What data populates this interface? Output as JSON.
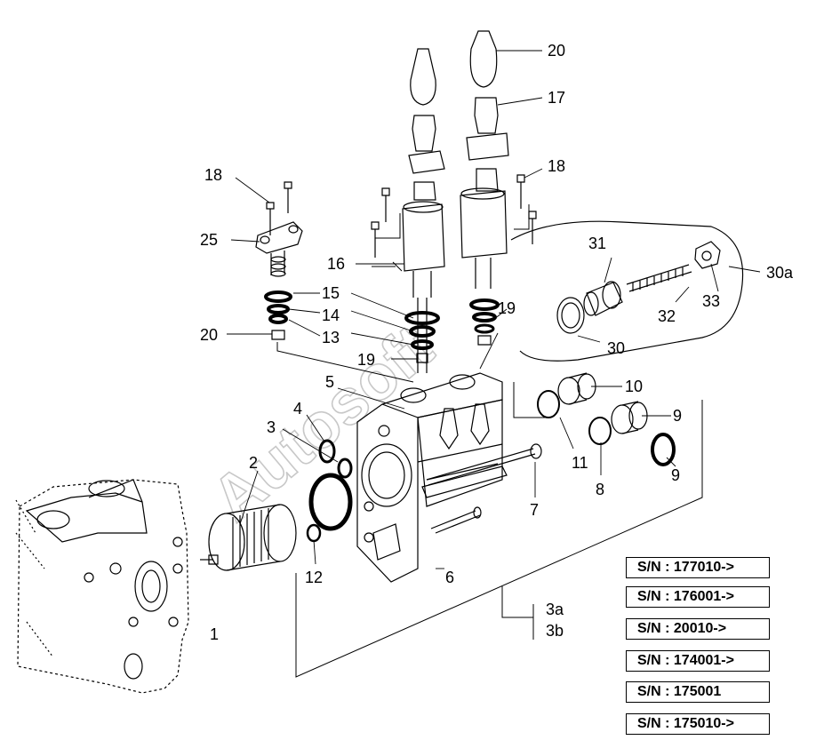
{
  "watermark": "Autosoft",
  "callouts": {
    "c1": "1",
    "c2": "2",
    "c3": "3",
    "c4": "4",
    "c5": "5",
    "c6": "6",
    "c7": "7",
    "c8": "8",
    "c9a": "9",
    "c9b": "9",
    "c10": "10",
    "c11": "11",
    "c12": "12",
    "c13": "13",
    "c14": "14",
    "c15": "15",
    "c16": "16",
    "c17": "17",
    "c18a": "18",
    "c18b": "18",
    "c19a": "19",
    "c19b": "19",
    "c20a": "20",
    "c20b": "20",
    "c25": "25",
    "c30": "30",
    "c30a": "30a",
    "c31": "31",
    "c32": "32",
    "c33": "33",
    "c3a": "3a",
    "c3b": "3b"
  },
  "serial_numbers": [
    "S/N : 177010->",
    "S/N : 176001->",
    "S/N : 20010->",
    "S/N : 174001->",
    "S/N : 175001",
    "S/N : 175010->"
  ]
}
